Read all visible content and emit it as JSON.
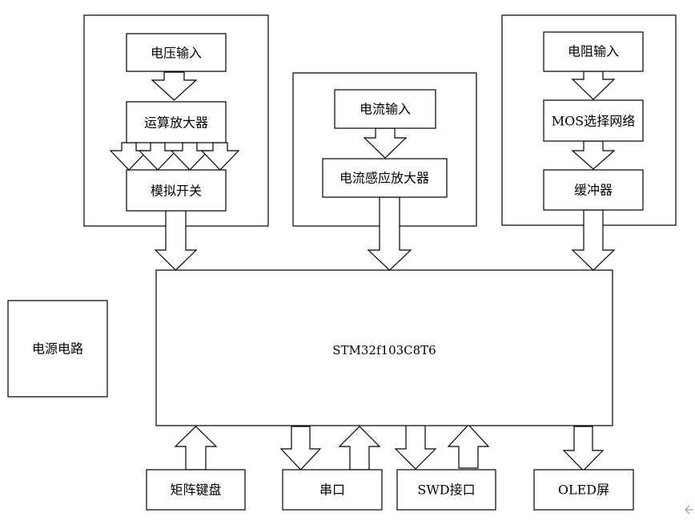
{
  "blocks": {
    "voltage_input": "电压输入",
    "op_amp": "运算放大器",
    "analog_switch": "模拟开关",
    "current_input": "电流输入",
    "current_sense_amp": "电流感应放大器",
    "resistance_input": "电阻输入",
    "mos_network": "MOS选择网络",
    "buffer": "缓冲器",
    "mcu": "STM32f103C8T6",
    "power_circuit": "电源电路",
    "matrix_keyboard": "矩阵键盘",
    "serial_port": "串口",
    "swd_interface": "SWD接口",
    "oled_screen": "OLED屏"
  },
  "corner_icon": "left-arrow-icon"
}
